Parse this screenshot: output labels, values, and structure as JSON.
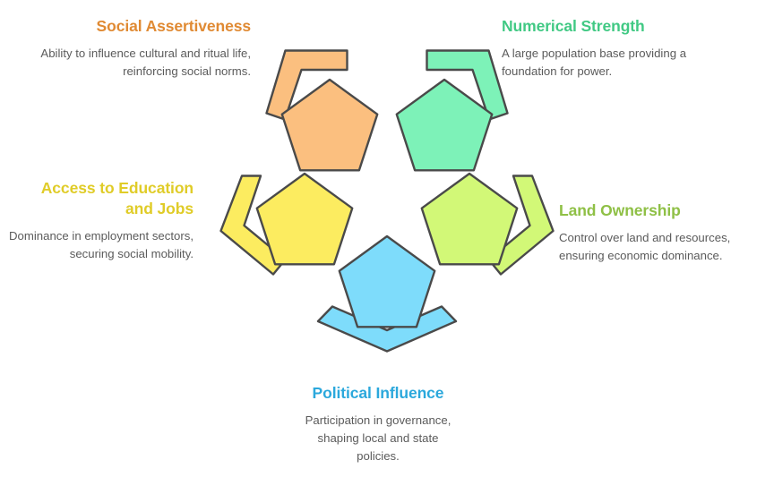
{
  "diagram": {
    "type": "pentagon-cluster-infographic",
    "background_color": "#ffffff",
    "outline_color": "#4a4a4a",
    "body_text_color": "#5b5b5b",
    "nodes": [
      {
        "id": "social-assertiveness",
        "title": "Social Assertiveness",
        "description": "Ability to influence cultural and ritual life, reinforcing social norms.",
        "title_color": "#E08A33",
        "shape_fill": "#FBBF7F",
        "position": "top-left",
        "text_align": "right"
      },
      {
        "id": "numerical-strength",
        "title": "Numerical Strength",
        "description": "A large population base providing a foundation for power.",
        "title_color": "#41C984",
        "shape_fill": "#7DF2B8",
        "position": "top-right",
        "text_align": "left"
      },
      {
        "id": "access-to-education-and-jobs",
        "title": "Access to Education and Jobs",
        "description": "Dominance in employment sectors, securing social mobility.",
        "title_color": "#E0CC28",
        "shape_fill": "#FCEC60",
        "position": "middle-left",
        "text_align": "right"
      },
      {
        "id": "land-ownership",
        "title": "Land Ownership",
        "description": "Control over land and resources, ensuring economic dominance.",
        "title_color": "#8FC046",
        "shape_fill": "#D2F877",
        "position": "middle-right",
        "text_align": "left"
      },
      {
        "id": "political-influence",
        "title": "Political Influence",
        "description": "Participation in governance, shaping local and state policies.",
        "title_color": "#2BA8DC",
        "shape_fill": "#7EDCFB",
        "position": "bottom-center",
        "text_align": "center"
      }
    ]
  }
}
